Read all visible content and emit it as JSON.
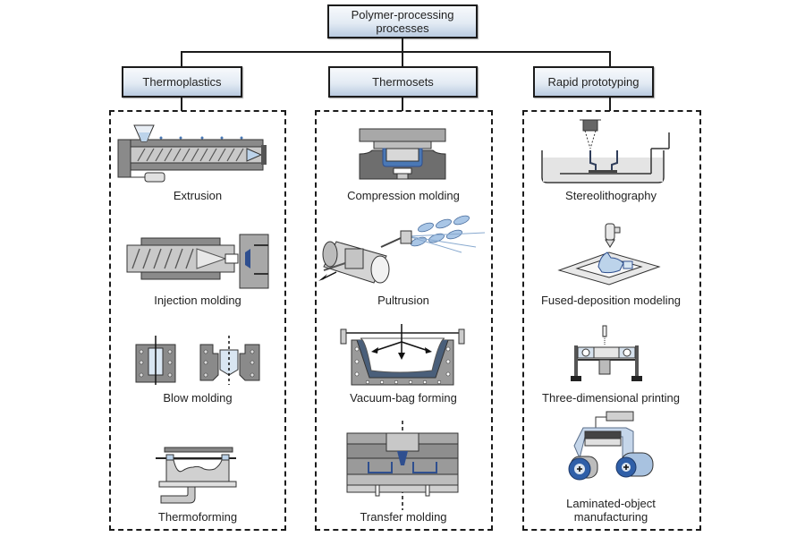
{
  "root": {
    "label": "Polymer-processing\nprocesses"
  },
  "categories": [
    {
      "label": "Thermoplastics",
      "processes": [
        {
          "label": "Extrusion",
          "icon": "extrusion-icon"
        },
        {
          "label": "Injection molding",
          "icon": "injection-molding-icon"
        },
        {
          "label": "Blow molding",
          "icon": "blow-molding-icon"
        },
        {
          "label": "Thermoforming",
          "icon": "thermoforming-icon"
        }
      ]
    },
    {
      "label": "Thermosets",
      "processes": [
        {
          "label": "Compression molding",
          "icon": "compression-molding-icon"
        },
        {
          "label": "Pultrusion",
          "icon": "pultrusion-icon"
        },
        {
          "label": "Vacuum-bag forming",
          "icon": "vacuum-bag-forming-icon"
        },
        {
          "label": "Transfer molding",
          "icon": "transfer-molding-icon"
        }
      ]
    },
    {
      "label": "Rapid prototyping",
      "processes": [
        {
          "label": "Stereolithography",
          "icon": "stereolithography-icon"
        },
        {
          "label": "Fused-deposition modeling",
          "icon": "fused-deposition-modeling-icon"
        },
        {
          "label": "Three-dimensional printing",
          "icon": "three-dimensional-printing-icon"
        },
        {
          "label": "Laminated-object\nmanufacturing",
          "icon": "laminated-object-manufacturing-icon"
        }
      ]
    }
  ],
  "colors": {
    "line": "#1b1b1b",
    "box_gradient_top": "#f7f9fc",
    "box_gradient_bottom": "#b9cbe0",
    "machine_gray": "#8c8c8c",
    "accent_blue": "#2f4f8f",
    "light_blue": "#bcd3ea"
  }
}
